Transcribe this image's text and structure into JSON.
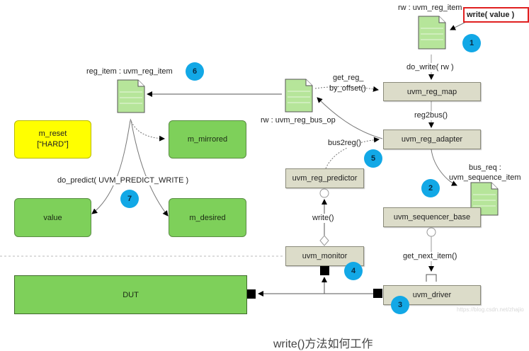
{
  "caption": "write()方法如何工作",
  "watermark": "https://blog.csdn.net/zhajio",
  "callout": {
    "label": "write( value )"
  },
  "objects": {
    "rw_reg_item": "rw : uvm_reg_item",
    "reg_item": "reg_item : uvm_reg_item",
    "rw_bus_op": "rw : uvm_reg_bus_op",
    "bus_req_line1": "bus_req :",
    "bus_req_line2": "uvm_sequence_item"
  },
  "components": {
    "reg_map": "uvm_reg_map",
    "reg_adapter": "uvm_reg_adapter",
    "reg_predictor": "uvm_reg_predictor",
    "sequencer": "uvm_sequencer_base",
    "monitor": "uvm_monitor",
    "driver": "uvm_driver"
  },
  "fields": {
    "m_reset_line1": "m_reset",
    "m_reset_line2": "[“HARD”]",
    "m_mirrored": "m_mirrored",
    "value": "value",
    "m_desired": "m_desired",
    "dut": "DUT"
  },
  "calls": {
    "do_write": "do_write( rw )",
    "get_reg_line1": "get_reg_",
    "get_reg_line2": "by_offset()",
    "reg2bus": "reg2bus()",
    "bus2reg": "bus2reg()",
    "write": "write()",
    "get_next_item": "get_next_item()",
    "do_predict": "do_predict( UVM_PREDICT_WRITE )"
  },
  "steps": [
    "1",
    "2",
    "3",
    "4",
    "5",
    "6",
    "7"
  ],
  "colors": {
    "badge": "#12a8e6",
    "component": "#dcdcc9",
    "field_green": "#7ed05a",
    "reset_yellow": "#ffff00",
    "callout_border": "#e02020"
  }
}
